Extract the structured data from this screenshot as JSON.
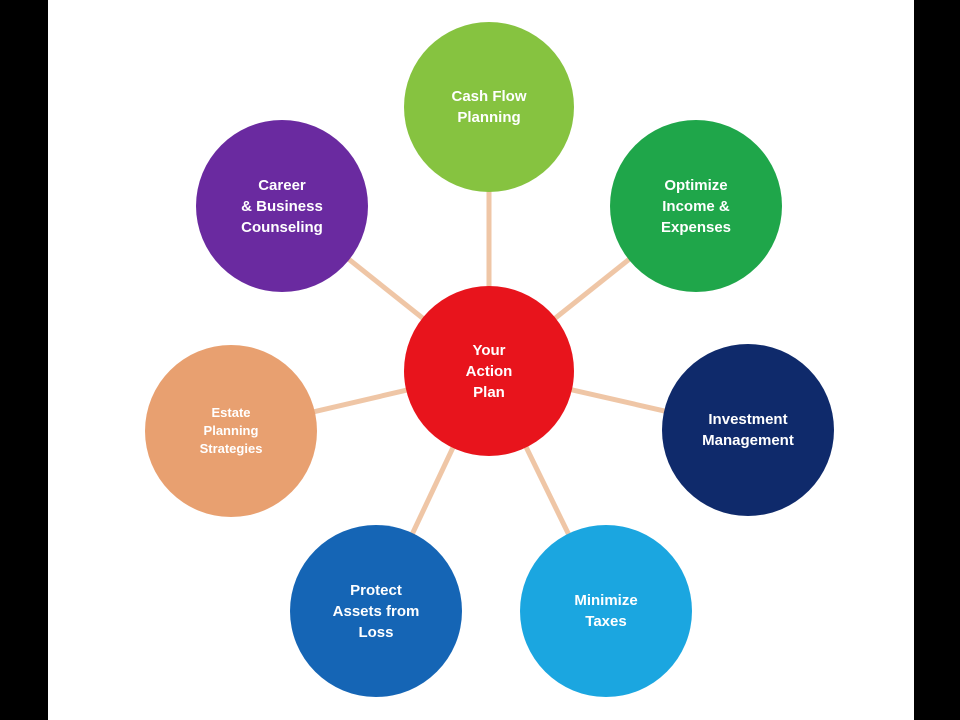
{
  "diagram": {
    "center": {
      "label": "Your\nAction\nPlan",
      "color": "#e8141c"
    },
    "nodes": [
      {
        "id": "cash-flow",
        "label": "Cash Flow\nPlanning",
        "color": "#86c340"
      },
      {
        "id": "optimize",
        "label": "Optimize\nIncome &\nExpenses",
        "color": "#1fa64a"
      },
      {
        "id": "investment",
        "label": "Investment\nManagement",
        "color": "#0f2a6b"
      },
      {
        "id": "taxes",
        "label": "Minimize\nTaxes",
        "color": "#1ba6e0"
      },
      {
        "id": "protect",
        "label": "Protect\nAssets from\nLoss",
        "color": "#1565b5"
      },
      {
        "id": "estate",
        "label": "Estate\nPlanning\nStrategies",
        "color": "#e8a070"
      },
      {
        "id": "career",
        "label": "Career\n& Business\nCounseling",
        "color": "#6a2aa0"
      }
    ],
    "connector_color": "#efc6a6"
  }
}
